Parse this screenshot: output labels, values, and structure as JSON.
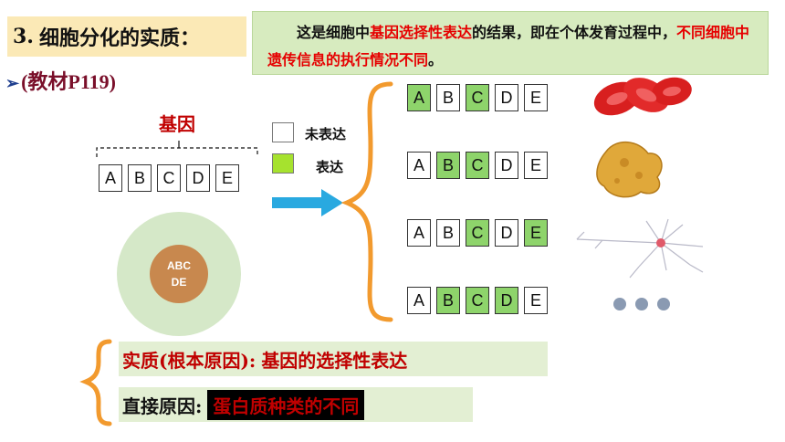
{
  "heading": {
    "number": "3.",
    "title": "细胞分化的实质："
  },
  "note": {
    "part1": "这是细胞中",
    "highlight1": "基因选择性表达",
    "part2": "的结果，即在个体发育过程中，",
    "highlight2": "不同细胞中遗传信息的执行情况不同",
    "part3": "。"
  },
  "textbook_ref": "(教材P119)",
  "gene_label": "基因",
  "genes": [
    "A",
    "B",
    "C",
    "D",
    "E"
  ],
  "legend": {
    "unexpressed": "未表达",
    "expressed": "表达"
  },
  "nucleus": {
    "line1": "ABC",
    "line2": "DE"
  },
  "expression_rows": [
    {
      "genes": [
        "A",
        "B",
        "C",
        "D",
        "E"
      ],
      "expressed": [
        true,
        false,
        true,
        false,
        false
      ],
      "cell_type": "red-blood-cell"
    },
    {
      "genes": [
        "A",
        "B",
        "C",
        "D",
        "E"
      ],
      "expressed": [
        false,
        true,
        true,
        false,
        false
      ],
      "cell_type": "irregular-cell"
    },
    {
      "genes": [
        "A",
        "B",
        "C",
        "D",
        "E"
      ],
      "expressed": [
        false,
        false,
        true,
        false,
        true
      ],
      "cell_type": "neuron"
    },
    {
      "genes": [
        "A",
        "B",
        "C",
        "D",
        "E"
      ],
      "expressed": [
        false,
        true,
        true,
        true,
        false
      ],
      "cell_type": "more"
    }
  ],
  "summary": {
    "essence_label": "实质(根本原因):",
    "essence_value": "基因的选择性表达",
    "direct_label": "直接原因:",
    "direct_value": "蛋白质种类的不同"
  },
  "colors": {
    "expressed": "#8ed46b",
    "title_bg": "#fbe9b6",
    "note_bg": "#d7ebbf",
    "accent_red": "#e60000",
    "brace_orange": "#f29a2e",
    "arrow_blue": "#29a9e0",
    "summary_bg": "#e3efd3",
    "direct_value_bg": "#000000"
  }
}
